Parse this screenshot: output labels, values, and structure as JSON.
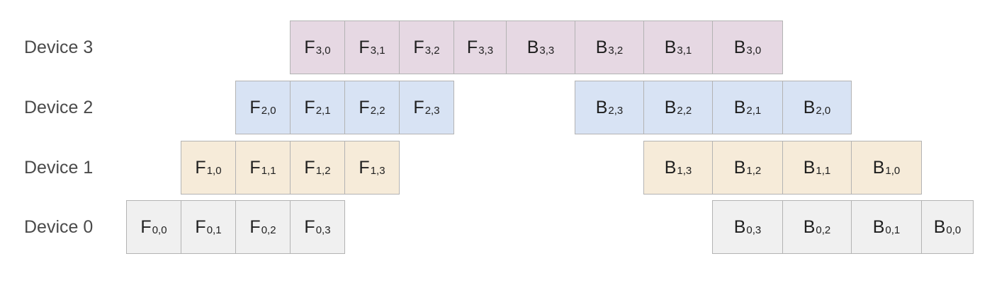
{
  "diagram": {
    "colors": {
      "0": "#f0f0f0",
      "1": "#f6ebd9",
      "2": "#d8e3f4",
      "3": "#e6d8e3"
    },
    "devices": [
      {
        "id": 3,
        "label": "Device 3",
        "cells": [
          {
            "letter": "F",
            "sub": "3,0",
            "slot": 3
          },
          {
            "letter": "F",
            "sub": "3,1",
            "slot": 4
          },
          {
            "letter": "F",
            "sub": "3,2",
            "slot": 5
          },
          {
            "letter": "F",
            "sub": "3,3",
            "slot": 6
          },
          {
            "letter": "B",
            "sub": "3,3",
            "slot": 7
          },
          {
            "letter": "B",
            "sub": "3,2",
            "slot": 8
          },
          {
            "letter": "B",
            "sub": "3,1",
            "slot": 9
          },
          {
            "letter": "B",
            "sub": "3,0",
            "slot": 10
          }
        ]
      },
      {
        "id": 2,
        "label": "Device 2",
        "cells": [
          {
            "letter": "F",
            "sub": "2,0",
            "slot": 2
          },
          {
            "letter": "F",
            "sub": "2,1",
            "slot": 3
          },
          {
            "letter": "F",
            "sub": "2,2",
            "slot": 4
          },
          {
            "letter": "F",
            "sub": "2,3",
            "slot": 5
          },
          {
            "letter": "B",
            "sub": "2,3",
            "slot": 8
          },
          {
            "letter": "B",
            "sub": "2,2",
            "slot": 9
          },
          {
            "letter": "B",
            "sub": "2,1",
            "slot": 10
          },
          {
            "letter": "B",
            "sub": "2,0",
            "slot": 11
          }
        ]
      },
      {
        "id": 1,
        "label": "Device 1",
        "cells": [
          {
            "letter": "F",
            "sub": "1,0",
            "slot": 1
          },
          {
            "letter": "F",
            "sub": "1,1",
            "slot": 2
          },
          {
            "letter": "F",
            "sub": "1,2",
            "slot": 3
          },
          {
            "letter": "F",
            "sub": "1,3",
            "slot": 4
          },
          {
            "letter": "B",
            "sub": "1,3",
            "slot": 9
          },
          {
            "letter": "B",
            "sub": "1,2",
            "slot": 10
          },
          {
            "letter": "B",
            "sub": "1,1",
            "slot": 11
          },
          {
            "letter": "B",
            "sub": "1,0",
            "slot": 12
          }
        ]
      },
      {
        "id": 0,
        "label": "Device 0",
        "cells": [
          {
            "letter": "F",
            "sub": "0,0",
            "slot": 0
          },
          {
            "letter": "F",
            "sub": "0,1",
            "slot": 1
          },
          {
            "letter": "F",
            "sub": "0,2",
            "slot": 2
          },
          {
            "letter": "F",
            "sub": "0,3",
            "slot": 3
          },
          {
            "letter": "B",
            "sub": "0,3",
            "slot": 10
          },
          {
            "letter": "B",
            "sub": "0,2",
            "slot": 11
          },
          {
            "letter": "B",
            "sub": "0,1",
            "slot": 12
          },
          {
            "letter": "B",
            "sub": "0,0",
            "slot": 13
          }
        ]
      }
    ]
  }
}
